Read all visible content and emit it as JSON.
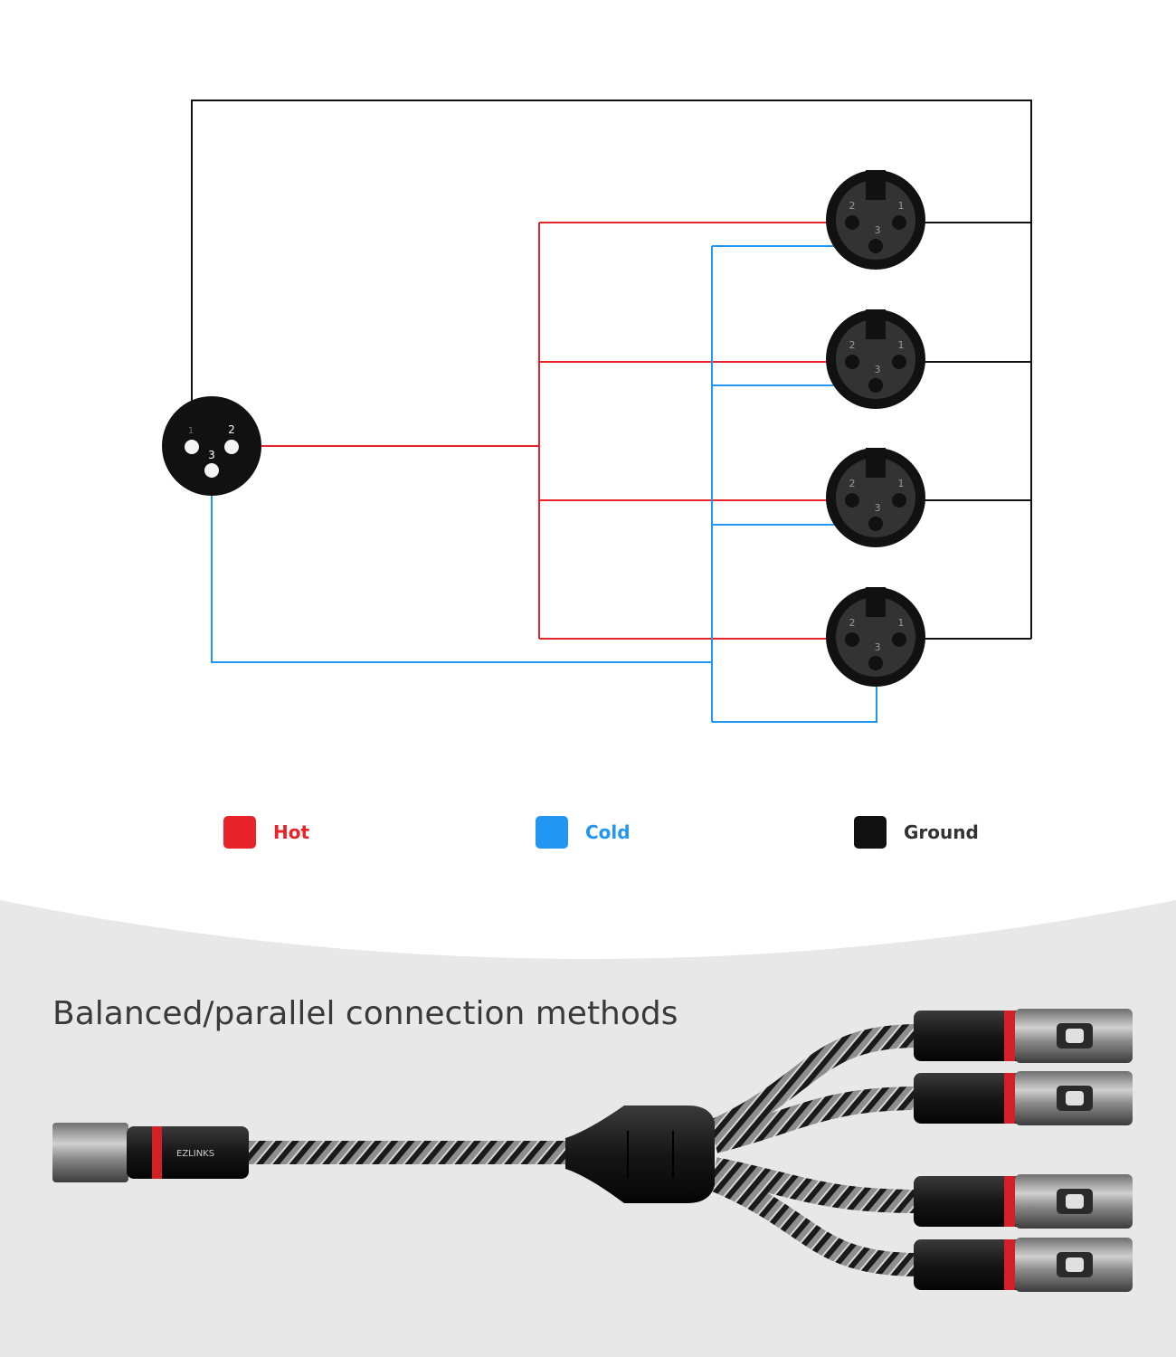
{
  "legend": [
    {
      "label": "Hot",
      "color": "#e8232a"
    },
    {
      "label": "Cold",
      "color": "#2196f3"
    },
    {
      "label": "Ground",
      "color": "#111111"
    }
  ],
  "pin_labels": {
    "pin1": "1",
    "pin2": "2",
    "pin3": "3"
  },
  "male_connector": {
    "pins": [
      "1",
      "2",
      "3"
    ]
  },
  "female_connectors": [
    {
      "pins": [
        "1",
        "2",
        "3"
      ]
    },
    {
      "pins": [
        "1",
        "2",
        "3"
      ]
    },
    {
      "pins": [
        "1",
        "2",
        "3"
      ]
    },
    {
      "pins": [
        "1",
        "2",
        "3"
      ]
    }
  ],
  "photo": {
    "caption": "Balanced/parallel connection methods",
    "brand_mark": "EZLINKS",
    "background_color": "#e8e8e8",
    "accent_ring_color": "#d31f26",
    "outputs": 4
  }
}
